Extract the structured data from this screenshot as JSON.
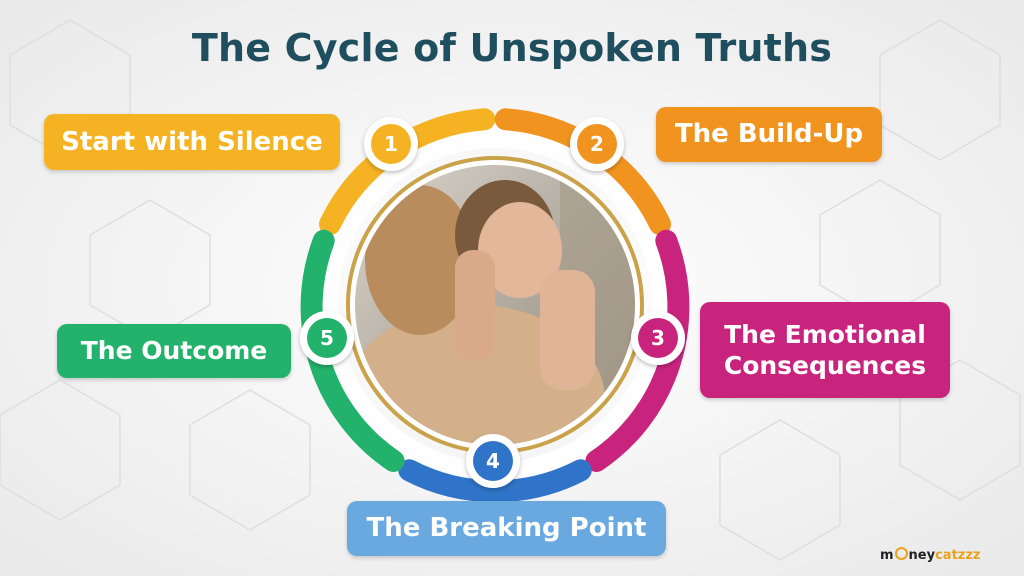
{
  "title": "The Cycle of Unspoken Truths",
  "steps": [
    {
      "number": "1",
      "label": "Start with Silence",
      "color": "#F5B323"
    },
    {
      "number": "2",
      "label": "The Build-Up",
      "color": "#F0931F"
    },
    {
      "number": "3",
      "label": "The Emotional Consequences",
      "color": "#C8247E"
    },
    {
      "number": "4",
      "label": "The Breaking Point",
      "color": "#2F74C9"
    },
    {
      "number": "5",
      "label": "The Outcome",
      "color": "#23B26B"
    }
  ],
  "logo": {
    "part1": "m",
    "part2": "ney",
    "part3": "catzzz"
  },
  "colors": {
    "title": "#1f4e5f",
    "box4": "#6AA8E0",
    "logo_accent": "#E8A21C"
  }
}
